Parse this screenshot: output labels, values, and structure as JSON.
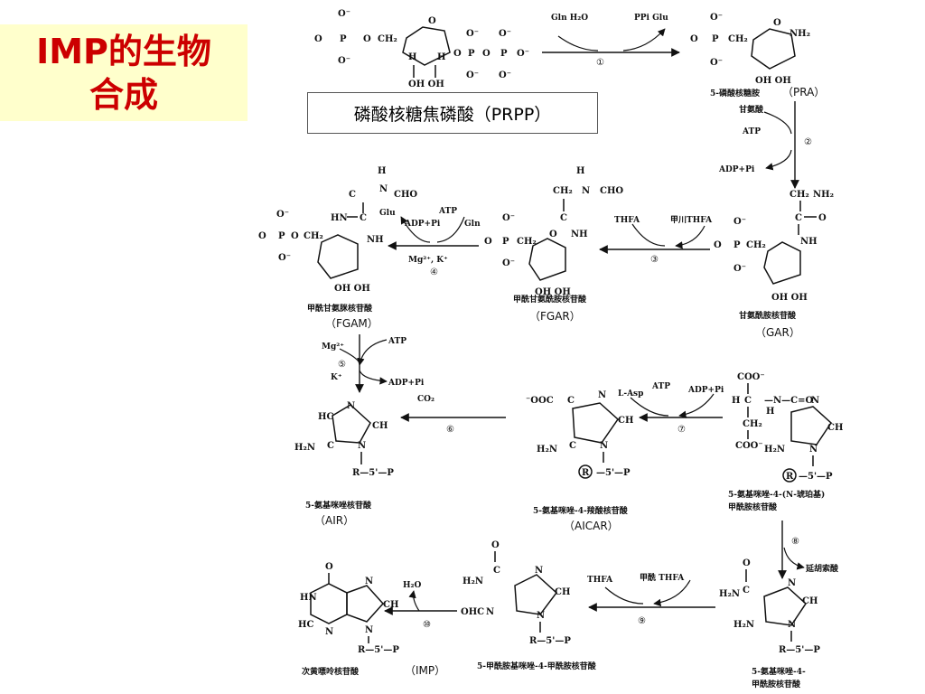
{
  "title_lines": [
    "IMP的生物",
    "合成"
  ],
  "callout": "磷酸核糖焦磷酸（PRPP）",
  "compounds": {
    "pra": {
      "cn": "5-磷酸核糖胺",
      "abbr": "（PRA）"
    },
    "gar": {
      "cn": "甘氨酰胺核苷酸",
      "abbr": "（GAR）"
    },
    "fgar": {
      "cn": "甲酰甘氨酰胺核苷酸",
      "abbr": "（FGAR）"
    },
    "fgam": {
      "cn": "甲酰甘氨脒核苷酸",
      "abbr": "（FGAM）"
    },
    "air": {
      "cn": "5-氨基咪唑核苷酸",
      "abbr": "（AIR）"
    },
    "aicar": {
      "cn": "5-氨基咪唑-4-羧酸核苷酸",
      "abbr": "（AICAR）"
    },
    "saicar": {
      "cn_line1": "5-氨基咪唑-4-(N-琥珀基)",
      "cn_line2": "甲酰胺核苷酸"
    },
    "aicar2": {
      "cn_line1": "5-氨基咪唑-4-",
      "cn_line2": "甲酰胺核苷酸"
    },
    "faicar": {
      "cn": "5-甲酰胺基咪唑-4-甲酰胺核苷酸"
    },
    "imp": {
      "cn": "次黄嘌呤核苷酸",
      "abbr": "（IMP）"
    }
  },
  "reagents": {
    "s1_in": "Gln\nH₂O",
    "s1_out": "PPi  Glu",
    "s2_in": "甘氨酸",
    "s2_atp": "ATP",
    "s2_out": "ADP+Pi",
    "s3_in": "THFA",
    "s3_out": "甲川THFA",
    "s4_atp": "ATP",
    "s4_glu": "Glu",
    "s4_adp": "ADP+Pi",
    "s4_gln": "Gln",
    "s4_mg": "Mg²⁺, K⁺",
    "s5_mg": "Mg²⁺",
    "s5_k": "K⁺",
    "s5_atp": "ATP",
    "s5_adp": "ADP+Pi",
    "s6_co2": "CO₂",
    "s7_asp": "L-Asp",
    "s7_atp": "ATP",
    "s7_adp": "ADP+Pi",
    "s8_out": "延胡索酸",
    "s9_in": "THFA",
    "s9_out": "甲酰 THFA",
    "s10_h2o": "H₂O"
  },
  "steps": [
    "①",
    "②",
    "③",
    "④",
    "⑤",
    "⑥",
    "⑦",
    "⑧",
    "⑨",
    "⑩"
  ],
  "atoms": {
    "o_minus": "O⁻",
    "o": "O",
    "p": "P",
    "ch2": "CH₂",
    "ohh": "OH OH",
    "h": "H",
    "nh2": "NH₂",
    "nh": "NH",
    "cho": "CHO",
    "hn": "HN",
    "coo": "COO⁻",
    "ooc": "⁻OOC",
    "h2n": "H₂N",
    "rp": "R—5'—P",
    "ch": "CH",
    "n": "N",
    "c": "C"
  }
}
